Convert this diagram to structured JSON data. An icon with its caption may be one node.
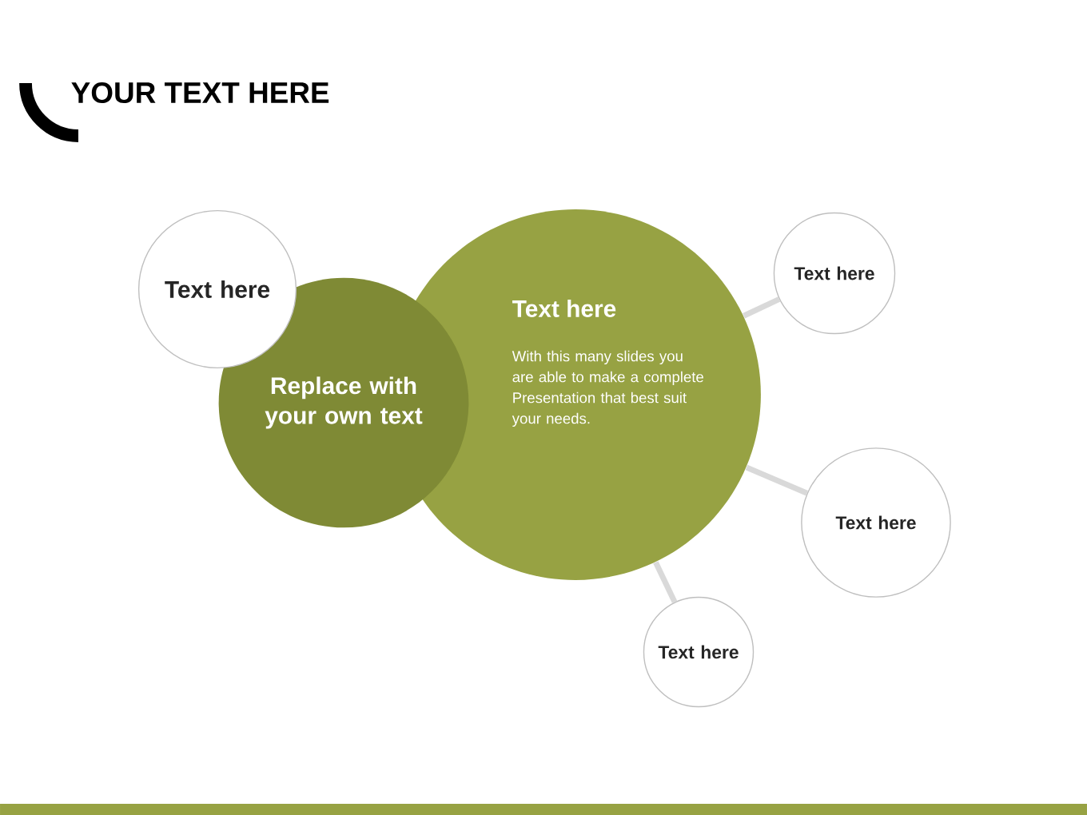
{
  "diagram": {
    "title": "YOUR TEXT HERE",
    "nodes": [
      {
        "text": [
          "Text here"
        ]
      },
      {
        "text": [
          "Replace with your own text"
        ]
      },
      {
        "text": [
          "Text here",
          "With this many slides you are able to make a complete Presentation that best suit your needs."
        ]
      },
      {
        "text": [
          "Text here"
        ]
      },
      {
        "text": [
          "Text here"
        ]
      },
      {
        "text": [
          "Text here"
        ]
      }
    ],
    "edges": [
      {
        "from": 2,
        "to": 3,
        "arrow": "none"
      },
      {
        "from": 2,
        "to": 4,
        "arrow": "none"
      },
      {
        "from": 2,
        "to": 5,
        "arrow": "none"
      }
    ]
  }
}
